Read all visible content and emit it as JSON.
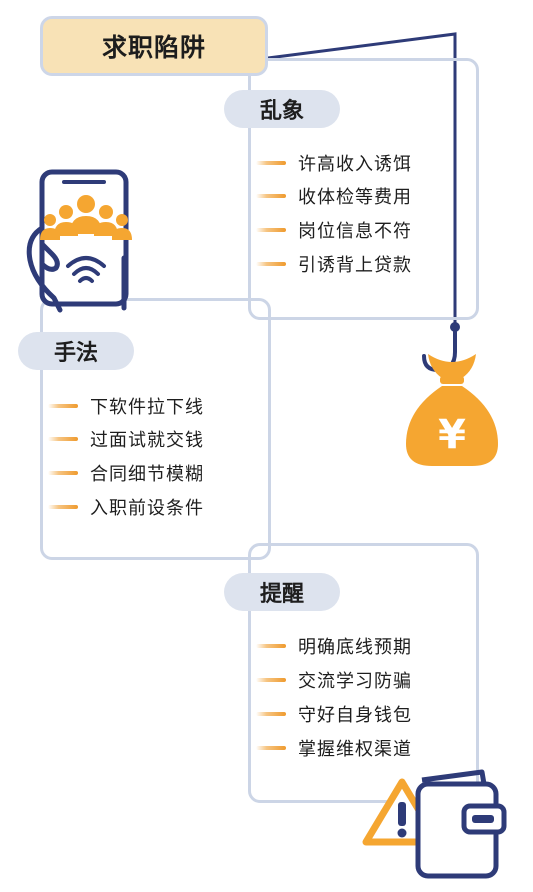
{
  "title": "求职陷阱",
  "sections": [
    {
      "heading": "乱象",
      "items": [
        "许高收入诱饵",
        "收体检等费用",
        "岗位信息不符",
        "引诱背上贷款"
      ]
    },
    {
      "heading": "手法",
      "items": [
        "下软件拉下线",
        "过面试就交钱",
        "合同细节模糊",
        "入职前设条件"
      ]
    },
    {
      "heading": "提醒",
      "items": [
        "明确底线预期",
        "交流学习防骗",
        "守好自身钱包",
        "掌握维权渠道"
      ]
    }
  ],
  "icons": [
    "phone-people-icon",
    "money-bag-icon",
    "warning-icon",
    "wallet-icon"
  ],
  "colors": {
    "navy": "#2e3b78",
    "orange": "#f5a631",
    "title_bg": "#f8e2b6",
    "pill_bg": "#dde3ee",
    "frame": "#ccd5e6"
  }
}
